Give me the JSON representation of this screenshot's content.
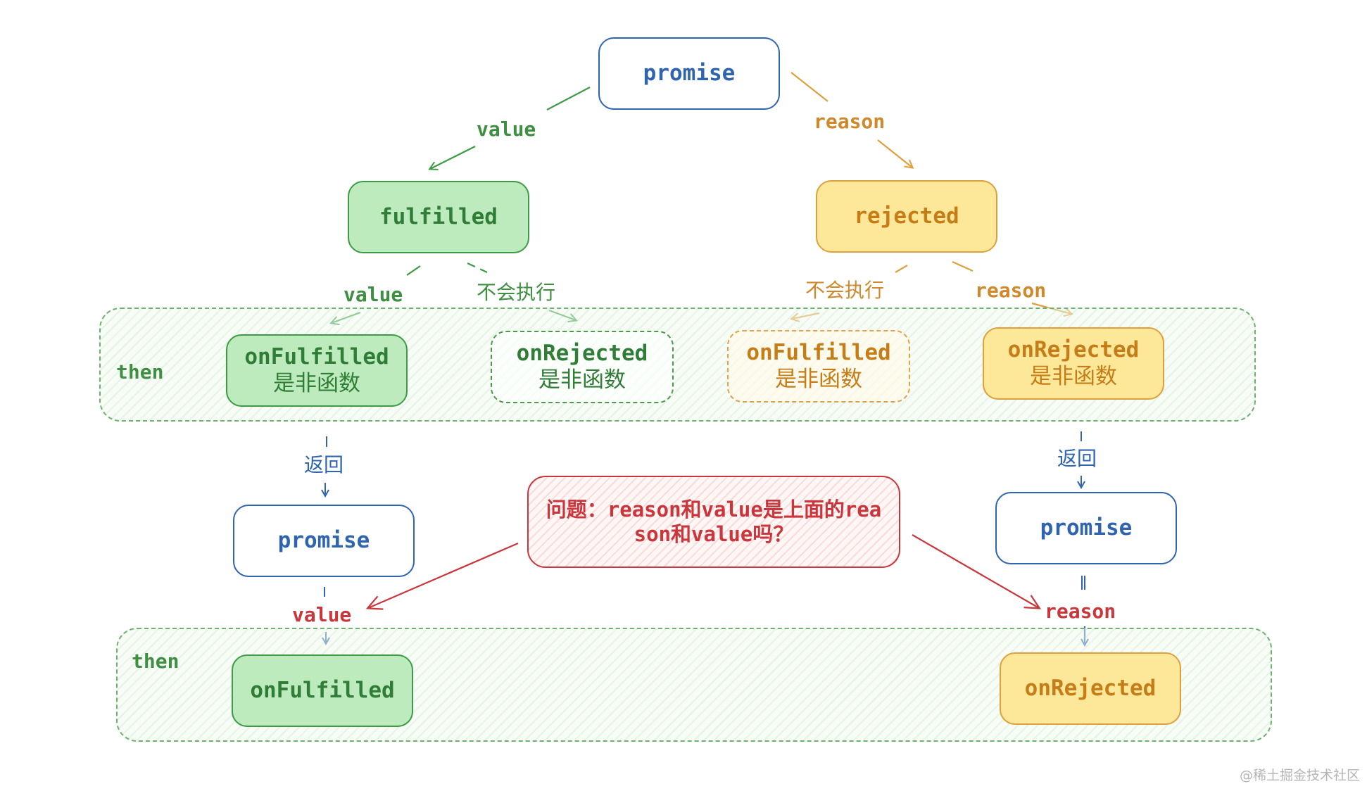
{
  "nodes": {
    "promise_top": "promise",
    "fulfilled": "fulfilled",
    "rejected": "rejected",
    "on_fulfilled_1": {
      "line1": "onFulfilled",
      "line2": "是非函数"
    },
    "on_rejected_1_dashed": {
      "line1": "onRejected",
      "line2": "是非函数"
    },
    "on_fulfilled_1_dashed": {
      "line1": "onFulfilled",
      "line2": "是非函数"
    },
    "on_rejected_1": {
      "line1": "onRejected",
      "line2": "是非函数"
    },
    "promise_left": "promise",
    "promise_right": "promise",
    "on_fulfilled_2": "onFulfilled",
    "on_rejected_2": "onRejected",
    "question": {
      "line1": "问题：reason和value是上面的rea",
      "line2": "son和value吗？"
    }
  },
  "groups": {
    "then_1": "then",
    "then_2": "then"
  },
  "edge_labels": {
    "value_top": "value",
    "reason_top": "reason",
    "value_mid": "value",
    "not_executed_left": "不会执行",
    "not_executed_right": "不会执行",
    "reason_mid": "reason",
    "return_left": "返回",
    "return_right": "返回",
    "value_bottom": "value",
    "reason_bottom": "reason"
  },
  "watermark": "@稀土掘金技术社区",
  "colors": {
    "blue": "#2f64b0",
    "green": "#3e9a44",
    "green_fill": "#bdebbd",
    "yellow": "#dea03c",
    "yellow_fill": "#fde89a",
    "red": "#c9363b"
  }
}
